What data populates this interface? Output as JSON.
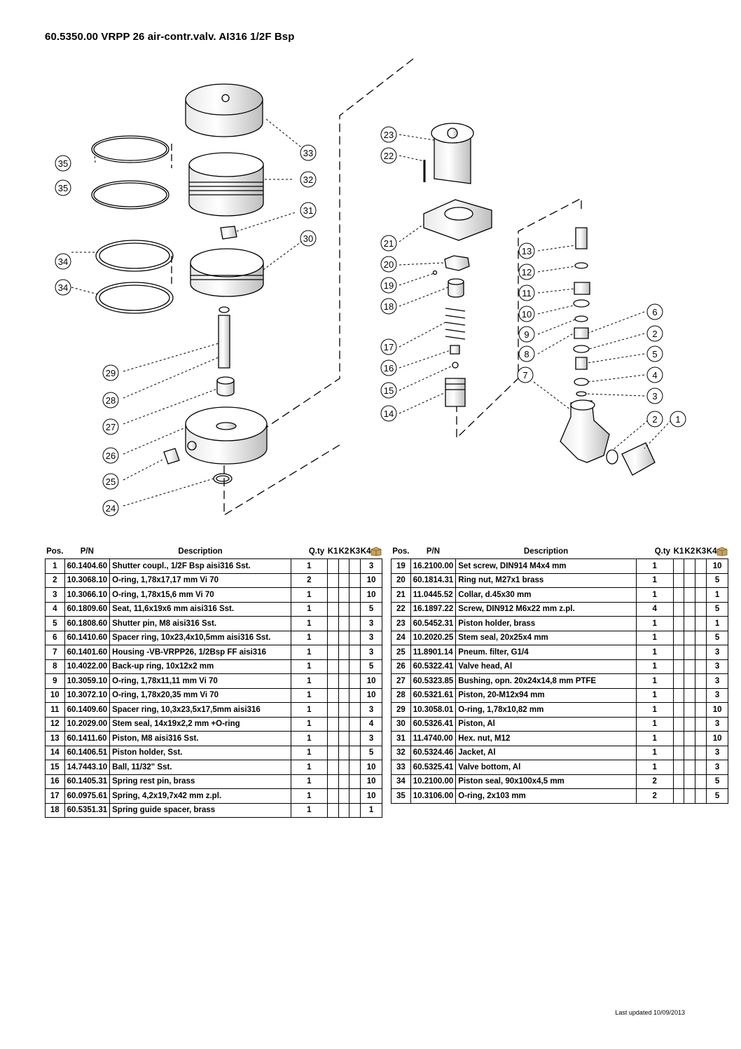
{
  "title": "60.5350.00 VRPP 26 air-contr.valv. AI316 1/2F Bsp",
  "diagram": {
    "callouts": [
      "1",
      "2",
      "2",
      "3",
      "4",
      "5",
      "6",
      "7",
      "8",
      "9",
      "10",
      "11",
      "12",
      "13",
      "14",
      "15",
      "16",
      "17",
      "18",
      "19",
      "20",
      "21",
      "22",
      "23",
      "24",
      "25",
      "26",
      "27",
      "28",
      "29",
      "30",
      "31",
      "32",
      "33",
      "34",
      "34",
      "35",
      "35"
    ]
  },
  "table_headers": {
    "pos": "Pos.",
    "pn": "P/N",
    "description": "Description",
    "qty": "Q.ty",
    "k1": "K1",
    "k2": "K2",
    "k3": "K3",
    "k4": "K4",
    "box_icon": "box-icon"
  },
  "parts_left": [
    {
      "pos": "1",
      "pn": "60.1404.60",
      "desc": "Shutter coupl., 1/2F Bsp aisi316 Sst.",
      "qty": "1",
      "pack": "3"
    },
    {
      "pos": "2",
      "pn": "10.3068.10",
      "desc": "O-ring, 1,78x17,17 mm Vi 70",
      "qty": "2",
      "pack": "10"
    },
    {
      "pos": "3",
      "pn": "10.3066.10",
      "desc": "O-ring, 1,78x15,6 mm Vi 70",
      "qty": "1",
      "pack": "10"
    },
    {
      "pos": "4",
      "pn": "60.1809.60",
      "desc": "Seat, 11,6x19x6 mm aisi316 Sst.",
      "qty": "1",
      "pack": "5"
    },
    {
      "pos": "5",
      "pn": "60.1808.60",
      "desc": "Shutter pin, M8 aisi316 Sst.",
      "qty": "1",
      "pack": "3"
    },
    {
      "pos": "6",
      "pn": "60.1410.60",
      "desc": "Spacer ring, 10x23,4x10,5mm aisi316 Sst.",
      "qty": "1",
      "pack": "3"
    },
    {
      "pos": "7",
      "pn": "60.1401.60",
      "desc": "Housing -VB-VRPP26, 1/2Bsp FF aisi316",
      "qty": "1",
      "pack": "3"
    },
    {
      "pos": "8",
      "pn": "10.4022.00",
      "desc": "Back-up ring, 10x12x2 mm",
      "qty": "1",
      "pack": "5"
    },
    {
      "pos": "9",
      "pn": "10.3059.10",
      "desc": "O-ring, 1,78x11,11 mm Vi 70",
      "qty": "1",
      "pack": "10"
    },
    {
      "pos": "10",
      "pn": "10.3072.10",
      "desc": "O-ring, 1,78x20,35 mm Vi 70",
      "qty": "1",
      "pack": "10"
    },
    {
      "pos": "11",
      "pn": "60.1409.60",
      "desc": "Spacer ring, 10,3x23,5x17,5mm aisi316",
      "qty": "1",
      "pack": "3"
    },
    {
      "pos": "12",
      "pn": "10.2029.00",
      "desc": "Stem seal, 14x19x2,2 mm +O-ring",
      "qty": "1",
      "pack": "4"
    },
    {
      "pos": "13",
      "pn": "60.1411.60",
      "desc": "Piston, M8 aisi316 Sst.",
      "qty": "1",
      "pack": "3"
    },
    {
      "pos": "14",
      "pn": "60.1406.51",
      "desc": "Piston holder, Sst.",
      "qty": "1",
      "pack": "5"
    },
    {
      "pos": "15",
      "pn": "14.7443.10",
      "desc": "Ball, 11/32\" Sst.",
      "qty": "1",
      "pack": "10"
    },
    {
      "pos": "16",
      "pn": "60.1405.31",
      "desc": "Spring rest pin, brass",
      "qty": "1",
      "pack": "10"
    },
    {
      "pos": "17",
      "pn": "60.0975.61",
      "desc": "Spring, 4,2x19,7x42 mm z.pl.",
      "qty": "1",
      "pack": "10"
    },
    {
      "pos": "18",
      "pn": "60.5351.31",
      "desc": "Spring guide spacer, brass",
      "qty": "1",
      "pack": "1"
    }
  ],
  "parts_right": [
    {
      "pos": "19",
      "pn": "16.2100.00",
      "desc": "Set screw, DIN914 M4x4 mm",
      "qty": "1",
      "pack": "10"
    },
    {
      "pos": "20",
      "pn": "60.1814.31",
      "desc": "Ring nut, M27x1 brass",
      "qty": "1",
      "pack": "5"
    },
    {
      "pos": "21",
      "pn": "11.0445.52",
      "desc": "Collar, d.45x30 mm",
      "qty": "1",
      "pack": "1"
    },
    {
      "pos": "22",
      "pn": "16.1897.22",
      "desc": "Screw, DIN912 M6x22 mm z.pl.",
      "qty": "4",
      "pack": "5"
    },
    {
      "pos": "23",
      "pn": "60.5452.31",
      "desc": "Piston holder, brass",
      "qty": "1",
      "pack": "1"
    },
    {
      "pos": "24",
      "pn": "10.2020.25",
      "desc": "Stem seal, 20x25x4 mm",
      "qty": "1",
      "pack": "5"
    },
    {
      "pos": "25",
      "pn": "11.8901.14",
      "desc": "Pneum. filter, G1/4",
      "qty": "1",
      "pack": "3"
    },
    {
      "pos": "26",
      "pn": "60.5322.41",
      "desc": "Valve head, Al",
      "qty": "1",
      "pack": "3"
    },
    {
      "pos": "27",
      "pn": "60.5323.85",
      "desc": "Bushing, opn. 20x24x14,8 mm PTFE",
      "qty": "1",
      "pack": "3"
    },
    {
      "pos": "28",
      "pn": "60.5321.61",
      "desc": "Piston, 20-M12x94 mm",
      "qty": "1",
      "pack": "3"
    },
    {
      "pos": "29",
      "pn": "10.3058.01",
      "desc": "O-ring, 1,78x10,82 mm",
      "qty": "1",
      "pack": "10"
    },
    {
      "pos": "30",
      "pn": "60.5326.41",
      "desc": "Piston, Al",
      "qty": "1",
      "pack": "3"
    },
    {
      "pos": "31",
      "pn": "11.4740.00",
      "desc": "Hex. nut, M12",
      "qty": "1",
      "pack": "10"
    },
    {
      "pos": "32",
      "pn": "60.5324.46",
      "desc": "Jacket, Al",
      "qty": "1",
      "pack": "3"
    },
    {
      "pos": "33",
      "pn": "60.5325.41",
      "desc": "Valve bottom, Al",
      "qty": "1",
      "pack": "3"
    },
    {
      "pos": "34",
      "pn": "10.2100.00",
      "desc": "Piston seal, 90x100x4,5 mm",
      "qty": "2",
      "pack": "5"
    },
    {
      "pos": "35",
      "pn": "10.3106.00",
      "desc": "O-ring, 2x103 mm",
      "qty": "2",
      "pack": "5"
    }
  ],
  "footer": "Last updated 10/09/2013"
}
